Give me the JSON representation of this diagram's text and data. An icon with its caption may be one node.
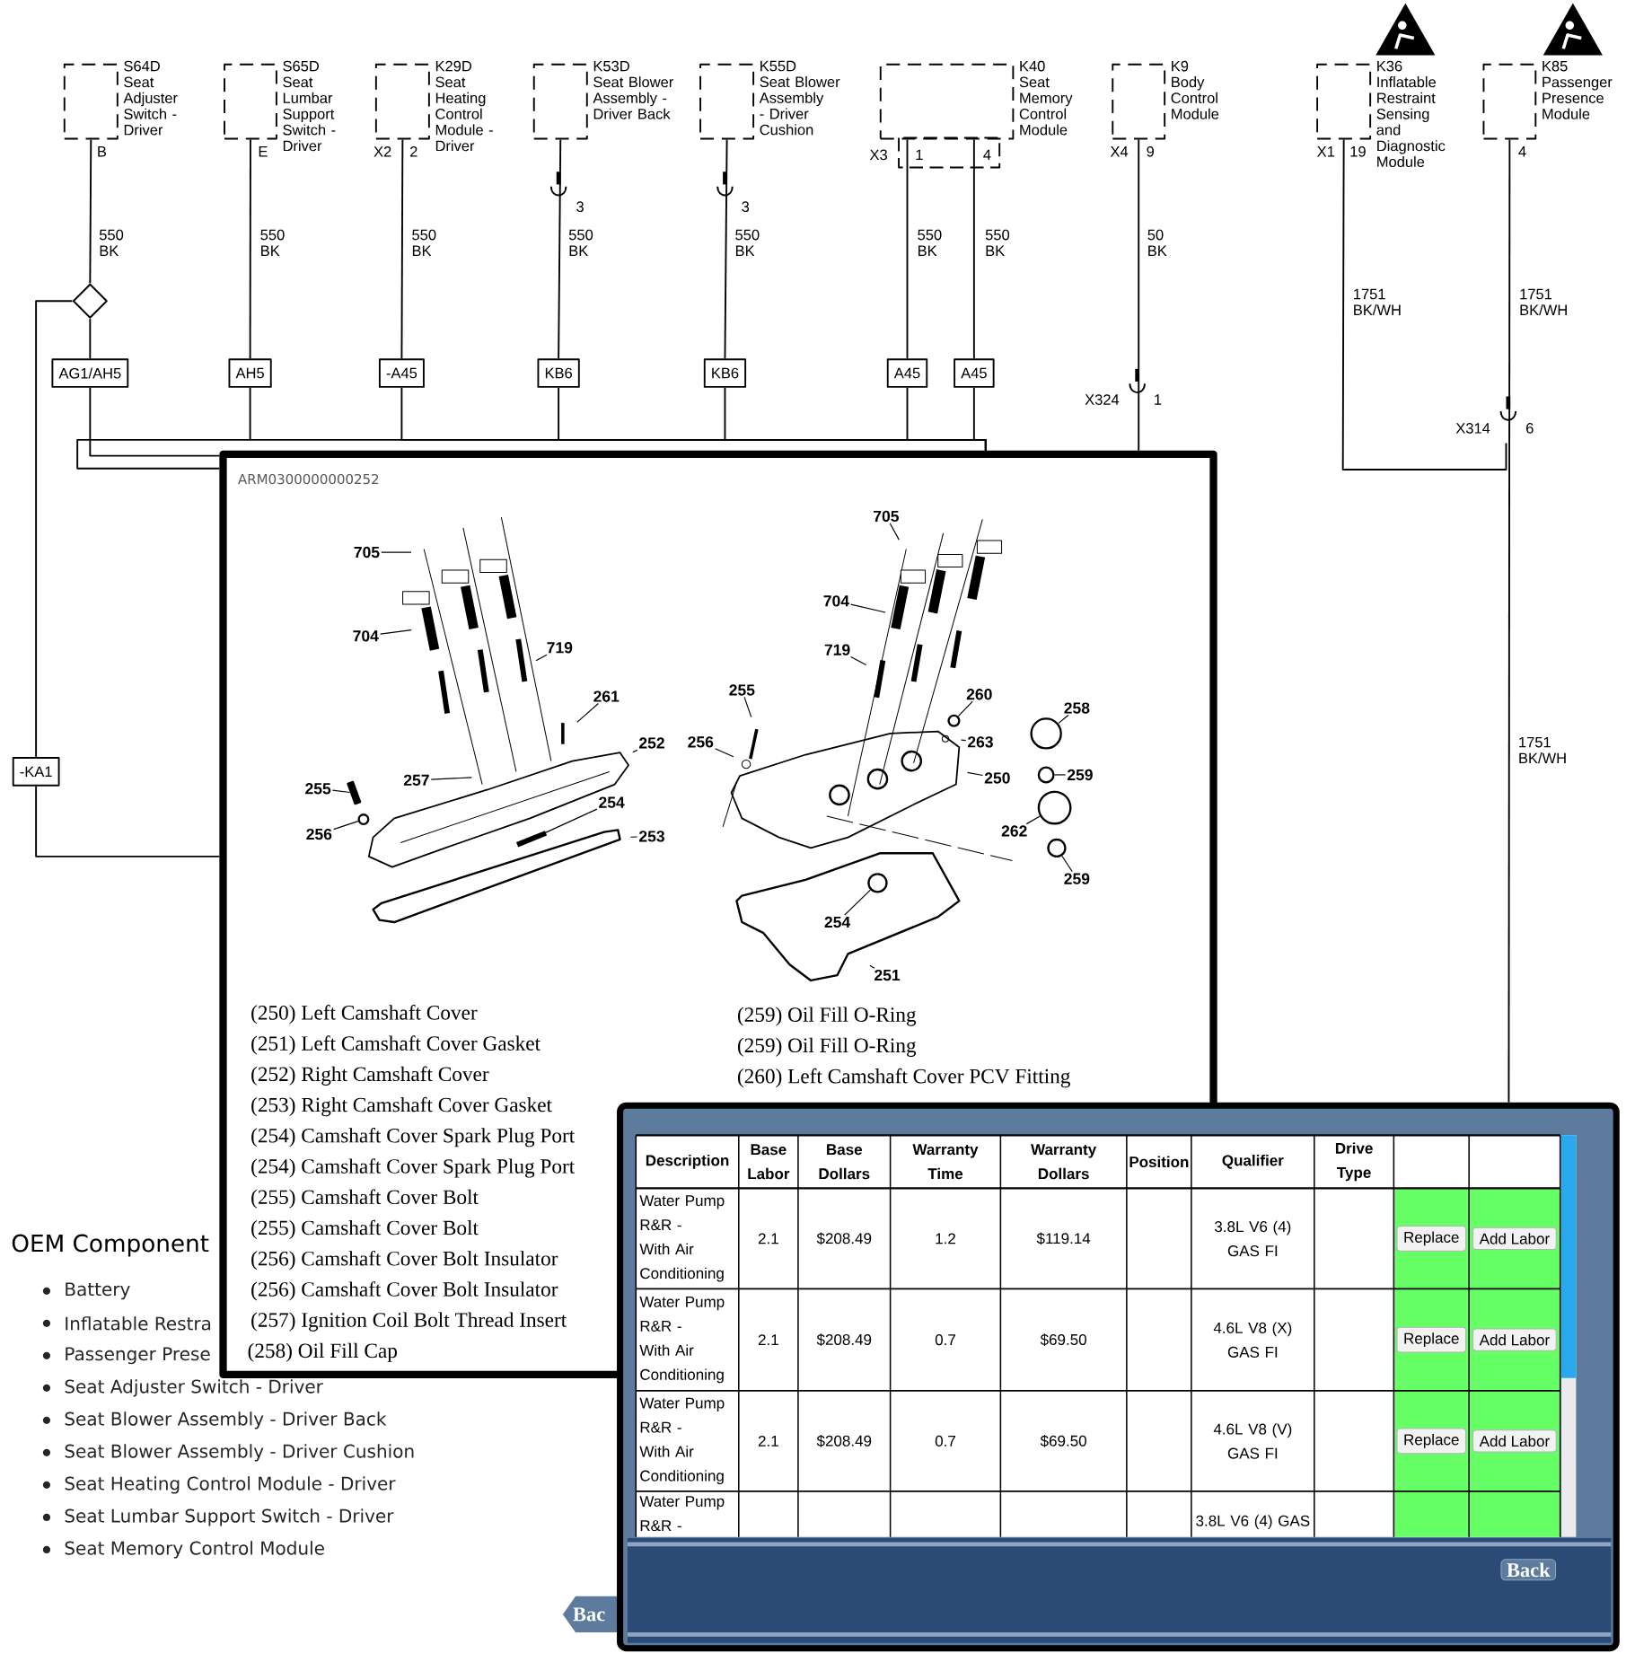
{
  "diagram": {
    "nodes": [
      {
        "text": [
          "S64D",
          "Seat Adjuster Switch - Driver"
        ]
      },
      {
        "text": [
          "S65D",
          "Seat Lumbar Support Switch - Driver"
        ]
      },
      {
        "text": [
          "K29D",
          "Seat Heating Control Module - Driver"
        ]
      },
      {
        "text": [
          "K53D",
          "Seat Blower Assembly - Driver Back"
        ]
      },
      {
        "text": [
          "K55D",
          "Seat Blower Assembly - Driver Cushion"
        ]
      },
      {
        "text": [
          "K40",
          "Seat Memory Control Module"
        ]
      },
      {
        "text": [
          "K9",
          "Body Control Module"
        ]
      },
      {
        "text": [
          "K36",
          "Inflatable Restraint Sensing and Diagnostic Module"
        ]
      },
      {
        "text": [
          "K85",
          "Passenger Presence Module"
        ]
      },
      {
        "text": [],
        "shape": "diamond"
      },
      {
        "text": [
          "AG1/AH5"
        ]
      },
      {
        "text": [
          "AH5"
        ]
      },
      {
        "text": [
          "-A45"
        ]
      },
      {
        "text": [
          "KB6"
        ]
      },
      {
        "text": [
          "KB6"
        ]
      },
      {
        "text": [
          "A45"
        ]
      },
      {
        "text": [
          "A45"
        ]
      },
      {
        "text": [
          "-KA1"
        ]
      },
      {
        "text": [
          "ARM0300000000252"
        ]
      },
      {
        "text": [
          "705"
        ],
        "in": 18
      },
      {
        "text": [
          "704"
        ],
        "in": 18
      },
      {
        "text": [
          "719"
        ],
        "in": 18
      },
      {
        "text": [
          "261"
        ],
        "in": 18
      },
      {
        "text": [
          "252"
        ],
        "in": 18
      },
      {
        "text": [
          "257"
        ],
        "in": 18
      },
      {
        "text": [
          "255"
        ],
        "in": 18
      },
      {
        "text": [
          "254"
        ],
        "in": 18
      },
      {
        "text": [
          "256"
        ],
        "in": 18
      },
      {
        "text": [
          "253"
        ],
        "in": 18
      },
      {
        "text": [
          "705"
        ],
        "in": 18
      },
      {
        "text": [
          "704"
        ],
        "in": 18
      },
      {
        "text": [
          "719"
        ],
        "in": 18
      },
      {
        "text": [
          "255"
        ],
        "in": 18
      },
      {
        "text": [
          "260"
        ],
        "in": 18
      },
      {
        "text": [
          "258"
        ],
        "in": 18
      },
      {
        "text": [
          "256"
        ],
        "in": 18
      },
      {
        "text": [
          "263"
        ],
        "in": 18
      },
      {
        "text": [
          "250"
        ],
        "in": 18
      },
      {
        "text": [
          "259"
        ],
        "in": 18
      },
      {
        "text": [
          "262"
        ],
        "in": 18
      },
      {
        "text": [
          "259"
        ],
        "in": 18
      },
      {
        "text": [
          "254"
        ],
        "in": 18
      },
      {
        "text": [
          "251"
        ],
        "in": 18
      },
      {
        "text": [],
        "shape": "circle",
        "in": 18
      },
      {
        "text": [],
        "shape": "circle",
        "in": 18
      },
      {
        "text": [],
        "shape": "bar",
        "in": 18
      },
      {
        "text": [],
        "shape": "circle",
        "in": 18
      },
      {
        "text": [],
        "shape": "circle",
        "in": 18
      },
      {
        "text": [],
        "shape": "circle",
        "in": 18
      },
      {
        "text": [],
        "shape": "circle",
        "in": 18
      },
      {
        "text": [],
        "shape": "circle",
        "in": 18
      }
    ],
    "edges": [
      {
        "from": 0,
        "to": 9,
        "arrow": "none",
        "label": "550 BK"
      },
      {
        "from": 9,
        "to": 10,
        "arrow": "none"
      },
      {
        "from": 9,
        "to": 17,
        "arrow": "none"
      },
      {
        "from": 1,
        "to": 11,
        "arrow": "none",
        "label": "550 BK"
      },
      {
        "from": 2,
        "to": 12,
        "arrow": "none",
        "label": "550 BK"
      },
      {
        "from": 3,
        "to": 13,
        "arrow": "none",
        "label": "550 BK"
      },
      {
        "from": 4,
        "to": 14,
        "arrow": "none",
        "label": "550 BK"
      },
      {
        "from": 5,
        "to": 15,
        "arrow": "none",
        "label": "550 BK"
      },
      {
        "from": 5,
        "to": 16,
        "arrow": "none",
        "label": "550 BK"
      },
      {
        "from": 6,
        "to": 18,
        "arrow": "none",
        "label": "50 BK"
      },
      {
        "from": 7,
        "to": null,
        "arrow": "none",
        "label": "1751 BK/WH"
      },
      {
        "from": 8,
        "to": null,
        "arrow": "none",
        "label": "1751 BK/WH"
      },
      {
        "from": 17,
        "to": 18,
        "arrow": "none"
      },
      {
        "from": 19,
        "to": null,
        "arrow": "none"
      },
      {
        "from": 20,
        "to": null,
        "arrow": "none"
      },
      {
        "from": 21,
        "to": null,
        "arrow": "none"
      },
      {
        "from": 22,
        "to": null,
        "arrow": "none"
      },
      {
        "from": 23,
        "to": null,
        "arrow": "none"
      },
      {
        "from": 24,
        "to": null,
        "arrow": "none"
      },
      {
        "from": 25,
        "to": 45,
        "arrow": "none"
      },
      {
        "from": 26,
        "to": null,
        "arrow": "none"
      },
      {
        "from": 27,
        "to": 46,
        "arrow": "none"
      },
      {
        "from": 28,
        "to": null,
        "arrow": "none"
      },
      {
        "from": 29,
        "to": null,
        "arrow": "none"
      },
      {
        "from": 30,
        "to": null,
        "arrow": "none"
      },
      {
        "from": 31,
        "to": null,
        "arrow": "none"
      },
      {
        "from": 32,
        "to": null,
        "arrow": "none"
      },
      {
        "from": 33,
        "to": 47,
        "arrow": "none"
      },
      {
        "from": 34,
        "to": 48,
        "arrow": "none"
      },
      {
        "from": 35,
        "to": null,
        "arrow": "none"
      },
      {
        "from": 36,
        "to": null,
        "arrow": "none"
      },
      {
        "from": 37,
        "to": null,
        "arrow": "none"
      },
      {
        "from": 38,
        "to": 43,
        "arrow": "none"
      },
      {
        "from": 39,
        "to": 49,
        "arrow": "none"
      },
      {
        "from": 40,
        "to": 44,
        "arrow": "none"
      },
      {
        "from": 41,
        "to": 50,
        "arrow": "none"
      },
      {
        "from": 42,
        "to": null,
        "arrow": "none"
      },
      {
        "from": 10,
        "to": 18,
        "arrow": "none"
      },
      {
        "from": 11,
        "to": 18,
        "arrow": "none"
      },
      {
        "from": 12,
        "to": 18,
        "arrow": "none"
      },
      {
        "from": 13,
        "to": 18,
        "arrow": "none"
      },
      {
        "from": 14,
        "to": 18,
        "arrow": "none"
      },
      {
        "from": 15,
        "to": 18,
        "arrow": "none"
      },
      {
        "from": 16,
        "to": 18,
        "arrow": "none"
      }
    ],
    "labels": [
      "B",
      "E",
      "X2",
      "2",
      "3",
      "3",
      "X3",
      "1",
      "4",
      "X4",
      "9",
      "X1",
      "19",
      "4",
      "X324",
      "1",
      "X314",
      "6",
      "1751 BK/WH",
      "(250) Left Camshaft Cover",
      "(251) Left Camshaft Cover Gasket",
      "(252) Right Camshaft Cover",
      "(253) Right Camshaft Cover Gasket",
      "(254) Camshaft Cover Spark Plug Port",
      "(254) Camshaft Cover Spark Plug Port",
      "(255) Camshaft Cover Bolt",
      "(255) Camshaft Cover Bolt",
      "(256) Camshaft Cover Bolt Insulator",
      "(256) Camshaft Cover Bolt Insulator",
      "(257) Ignition Coil Bolt Thread Insert",
      "(258) Oil Fill Cap",
      "(259) Oil Fill O-Ring",
      "(259) Oil Fill O-Ring",
      "(260) Left Camshaft Cover PCV Fitting",
      "OEM Component",
      "Battery",
      "Inflatable Restra",
      "Passenger Prese",
      "Seat Adjuster Switch - Driver",
      "Seat Blower Assembly - Driver Back",
      "Seat Blower Assembly - Driver Cushion",
      "Seat Heating Control Module - Driver",
      "Seat Lumbar Support Switch - Driver",
      "Seat Memory Control Module",
      "Bac",
      "Description",
      "Base Labor",
      "Base Dollars",
      "Warranty Time",
      "Warranty Dollars",
      "Position",
      "Qualifier",
      "Drive Type",
      "Water Pump R&R - With Air Conditioning",
      "2.1",
      "$208.49",
      "1.2",
      "$119.14",
      "3.8L V6 (4) GAS FI",
      "Replace",
      "Add Labor",
      "Water Pump R&R - With Air Conditioning",
      "2.1",
      "$208.49",
      "0.7",
      "$69.50",
      "4.6L V8 (X) GAS FI",
      "Replace",
      "Add Labor",
      "Water Pump R&R - With Air Conditioning",
      "2.1",
      "$208.49",
      "0.7",
      "$69.50",
      "4.6L V8 (V) GAS FI",
      "Replace",
      "Add Labor",
      "Water Pump R&R -",
      "3.8L V6 (4) GAS",
      "Back"
    ]
  }
}
